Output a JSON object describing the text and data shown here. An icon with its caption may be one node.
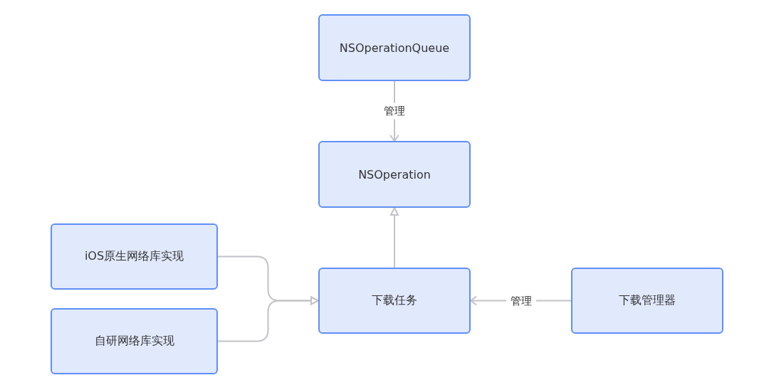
{
  "diagram": {
    "nodes": [
      {
        "text": [
          "NSOperationQueue"
        ]
      },
      {
        "text": [
          "NSOperation"
        ]
      },
      {
        "text": [
          "iOS原生网络库实现"
        ]
      },
      {
        "text": [
          "下载任务"
        ]
      },
      {
        "text": [
          "下载管理器"
        ]
      },
      {
        "text": [
          "自研网络库实现"
        ]
      }
    ],
    "edges": [
      {
        "from": 0,
        "to": 1,
        "arrow": "to",
        "label": "管理"
      },
      {
        "from": 3,
        "to": 1,
        "arrow": "to"
      },
      {
        "from": 2,
        "to": 3,
        "arrow": "to"
      },
      {
        "from": 5,
        "to": 3,
        "arrow": "to"
      },
      {
        "from": 4,
        "to": 3,
        "arrow": "to",
        "label": "管理"
      }
    ]
  }
}
